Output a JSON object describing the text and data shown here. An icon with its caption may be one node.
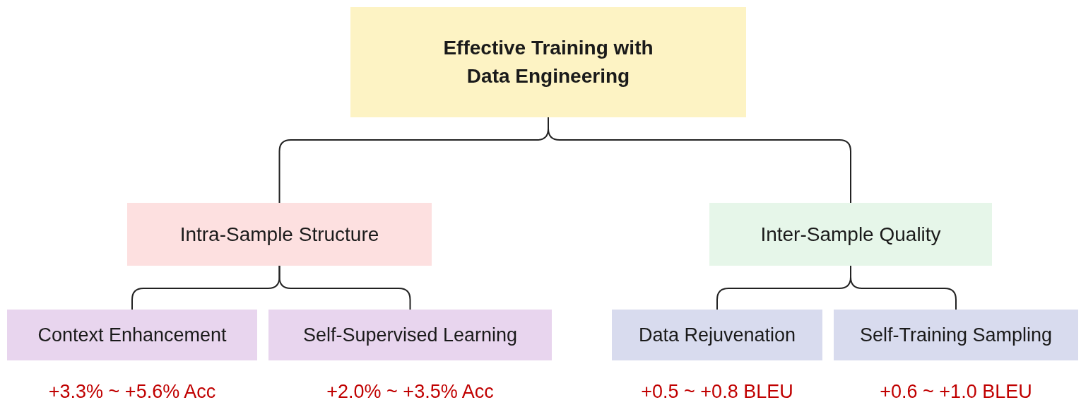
{
  "diagram": {
    "nodes": [
      {
        "text": [
          "Effective Training with Data Engineering"
        ]
      },
      {
        "text": [
          "Intra-Sample Structure"
        ]
      },
      {
        "text": [
          "Inter-Sample Quality"
        ]
      },
      {
        "text": [
          "Context Enhancement"
        ],
        "beside": [
          "+3.3% ~ +5.6% Acc"
        ]
      },
      {
        "text": [
          "Self-Supervised Learning"
        ],
        "beside": [
          "+2.0% ~ +3.5% Acc"
        ]
      },
      {
        "text": [
          "Data Rejuvenation"
        ],
        "beside": [
          "+0.5 ~ +0.8 BLEU"
        ]
      },
      {
        "text": [
          "Self-Training Sampling"
        ],
        "beside": [
          "+0.6 ~ +1.0 BLEU"
        ]
      }
    ],
    "edges": [
      {
        "from": 0,
        "to": 1,
        "arrow": "none"
      },
      {
        "from": 0,
        "to": 2,
        "arrow": "none"
      },
      {
        "from": 1,
        "to": 3,
        "arrow": "none"
      },
      {
        "from": 1,
        "to": 4,
        "arrow": "none"
      },
      {
        "from": 2,
        "to": 5,
        "arrow": "none"
      },
      {
        "from": 2,
        "to": 6,
        "arrow": "none"
      }
    ]
  }
}
